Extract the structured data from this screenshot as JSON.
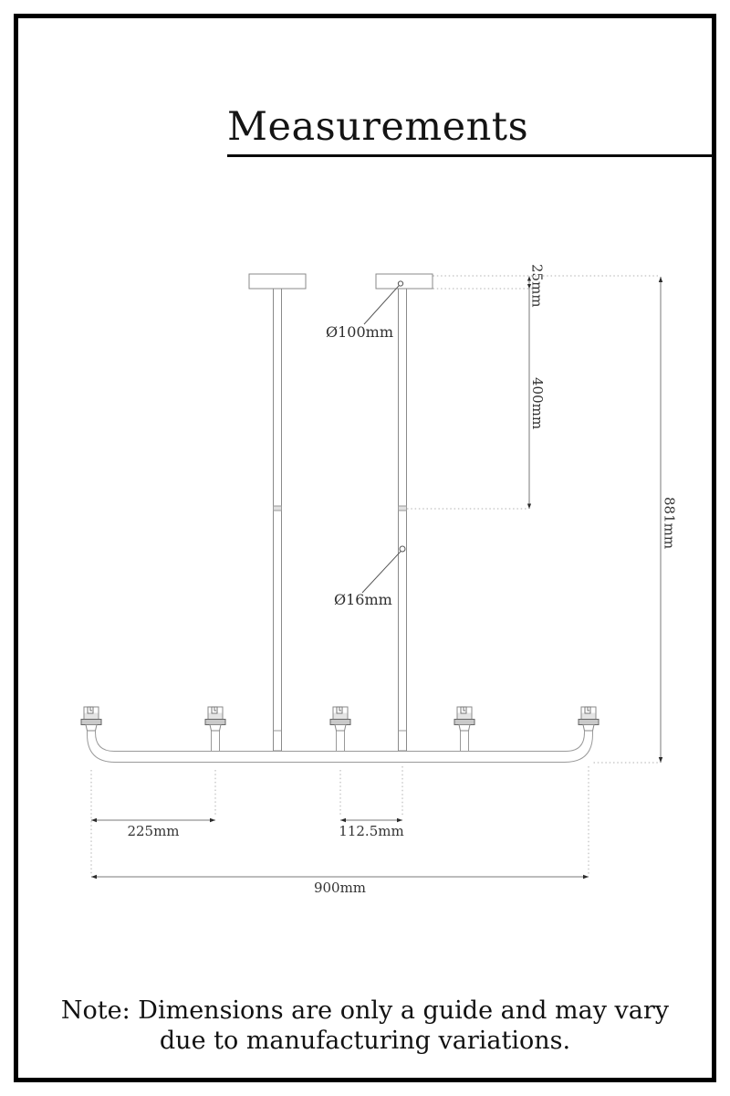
{
  "page": {
    "title": "Measurements",
    "note": "Note: Dimensions are only a guide and may vary\ndue to manufacturing variations."
  },
  "diagram": {
    "labels": {
      "canopy_diameter": "Ø100mm",
      "canopy_depth": "25mm",
      "rod_upper_length": "400mm",
      "total_drop": "881mm",
      "tube_diameter": "Ø16mm",
      "holder_spacing": "225mm",
      "rod_offset": "112.5mm",
      "total_width": "900mm"
    },
    "colors": {
      "frame": "#000000",
      "outline": "#8a8a8a",
      "dimension_line": "#7a7a7a",
      "dimension_text": "#333333"
    }
  }
}
